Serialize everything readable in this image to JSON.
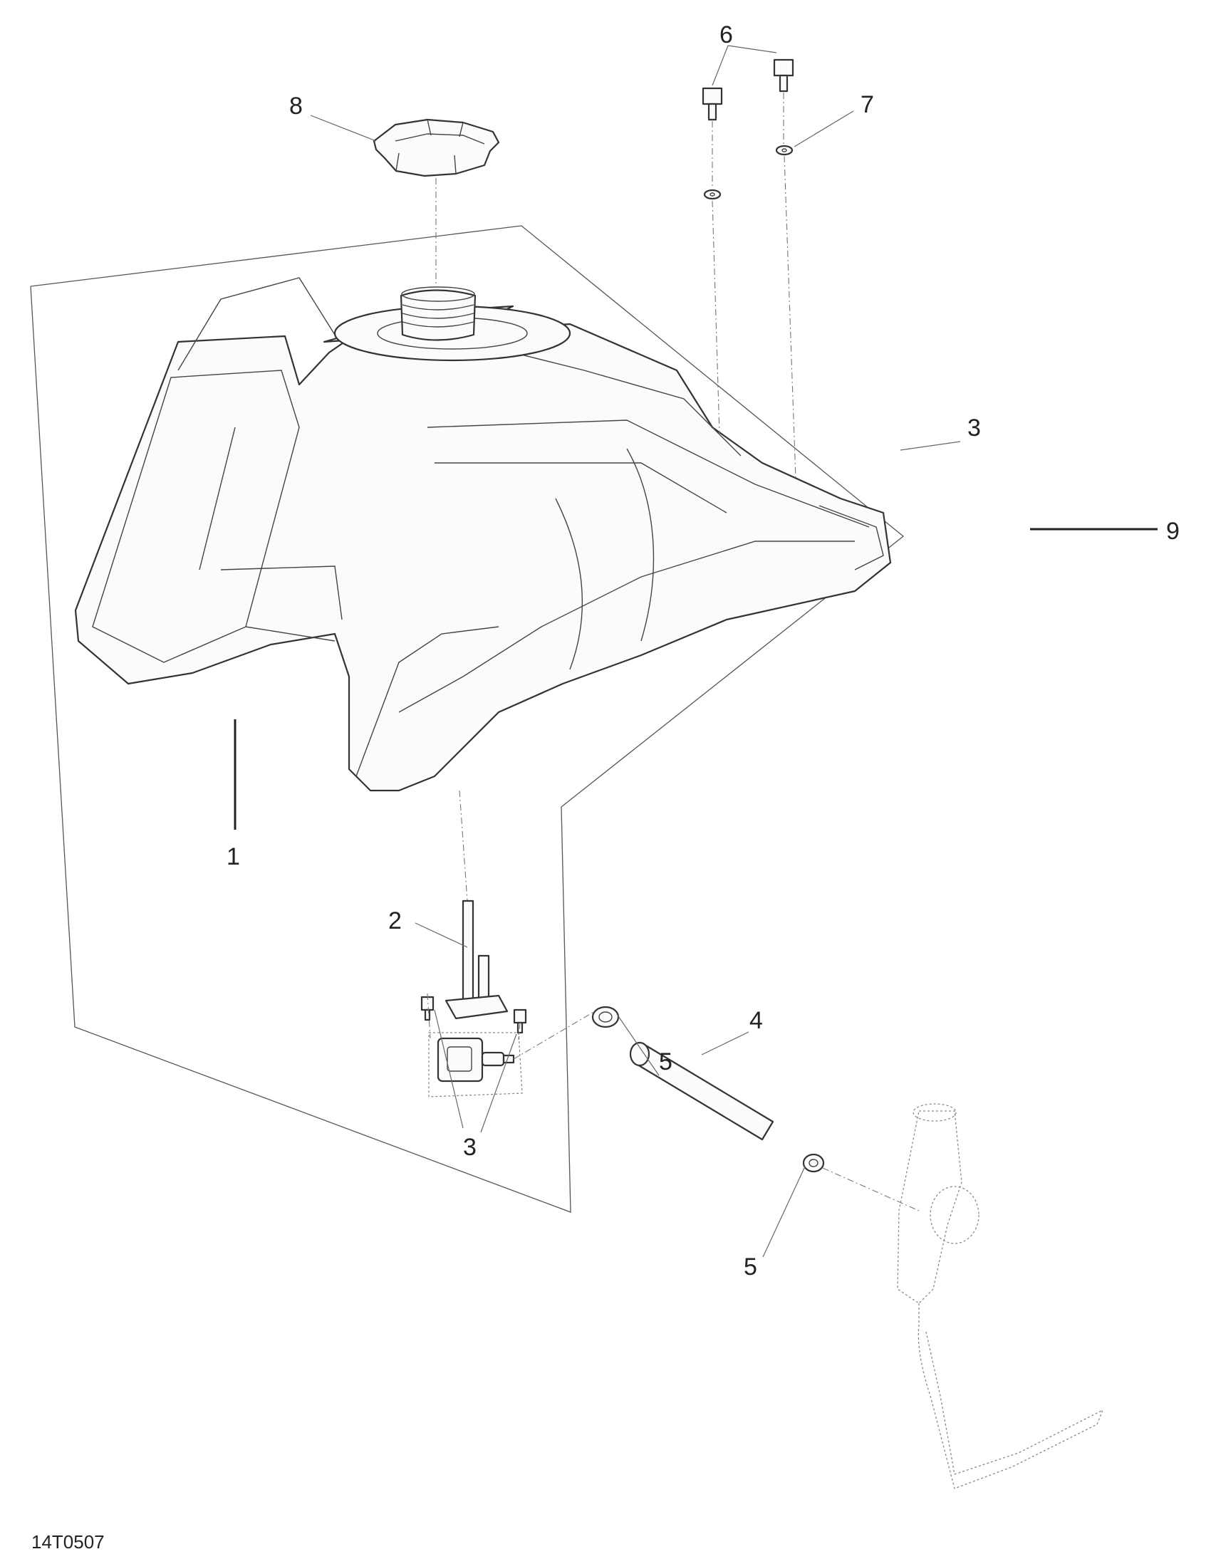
{
  "figure": {
    "code": "14T0507",
    "callouts": {
      "fuel_tank": "1",
      "fuel_valve": "2",
      "screw_valve": "3",
      "screw_bracket": "3",
      "fuel_hose": "4",
      "clamp_upper": "5",
      "clamp_lower": "5",
      "bolt": "6",
      "washer": "7",
      "fuel_cap": "8",
      "assembly": "9"
    }
  }
}
